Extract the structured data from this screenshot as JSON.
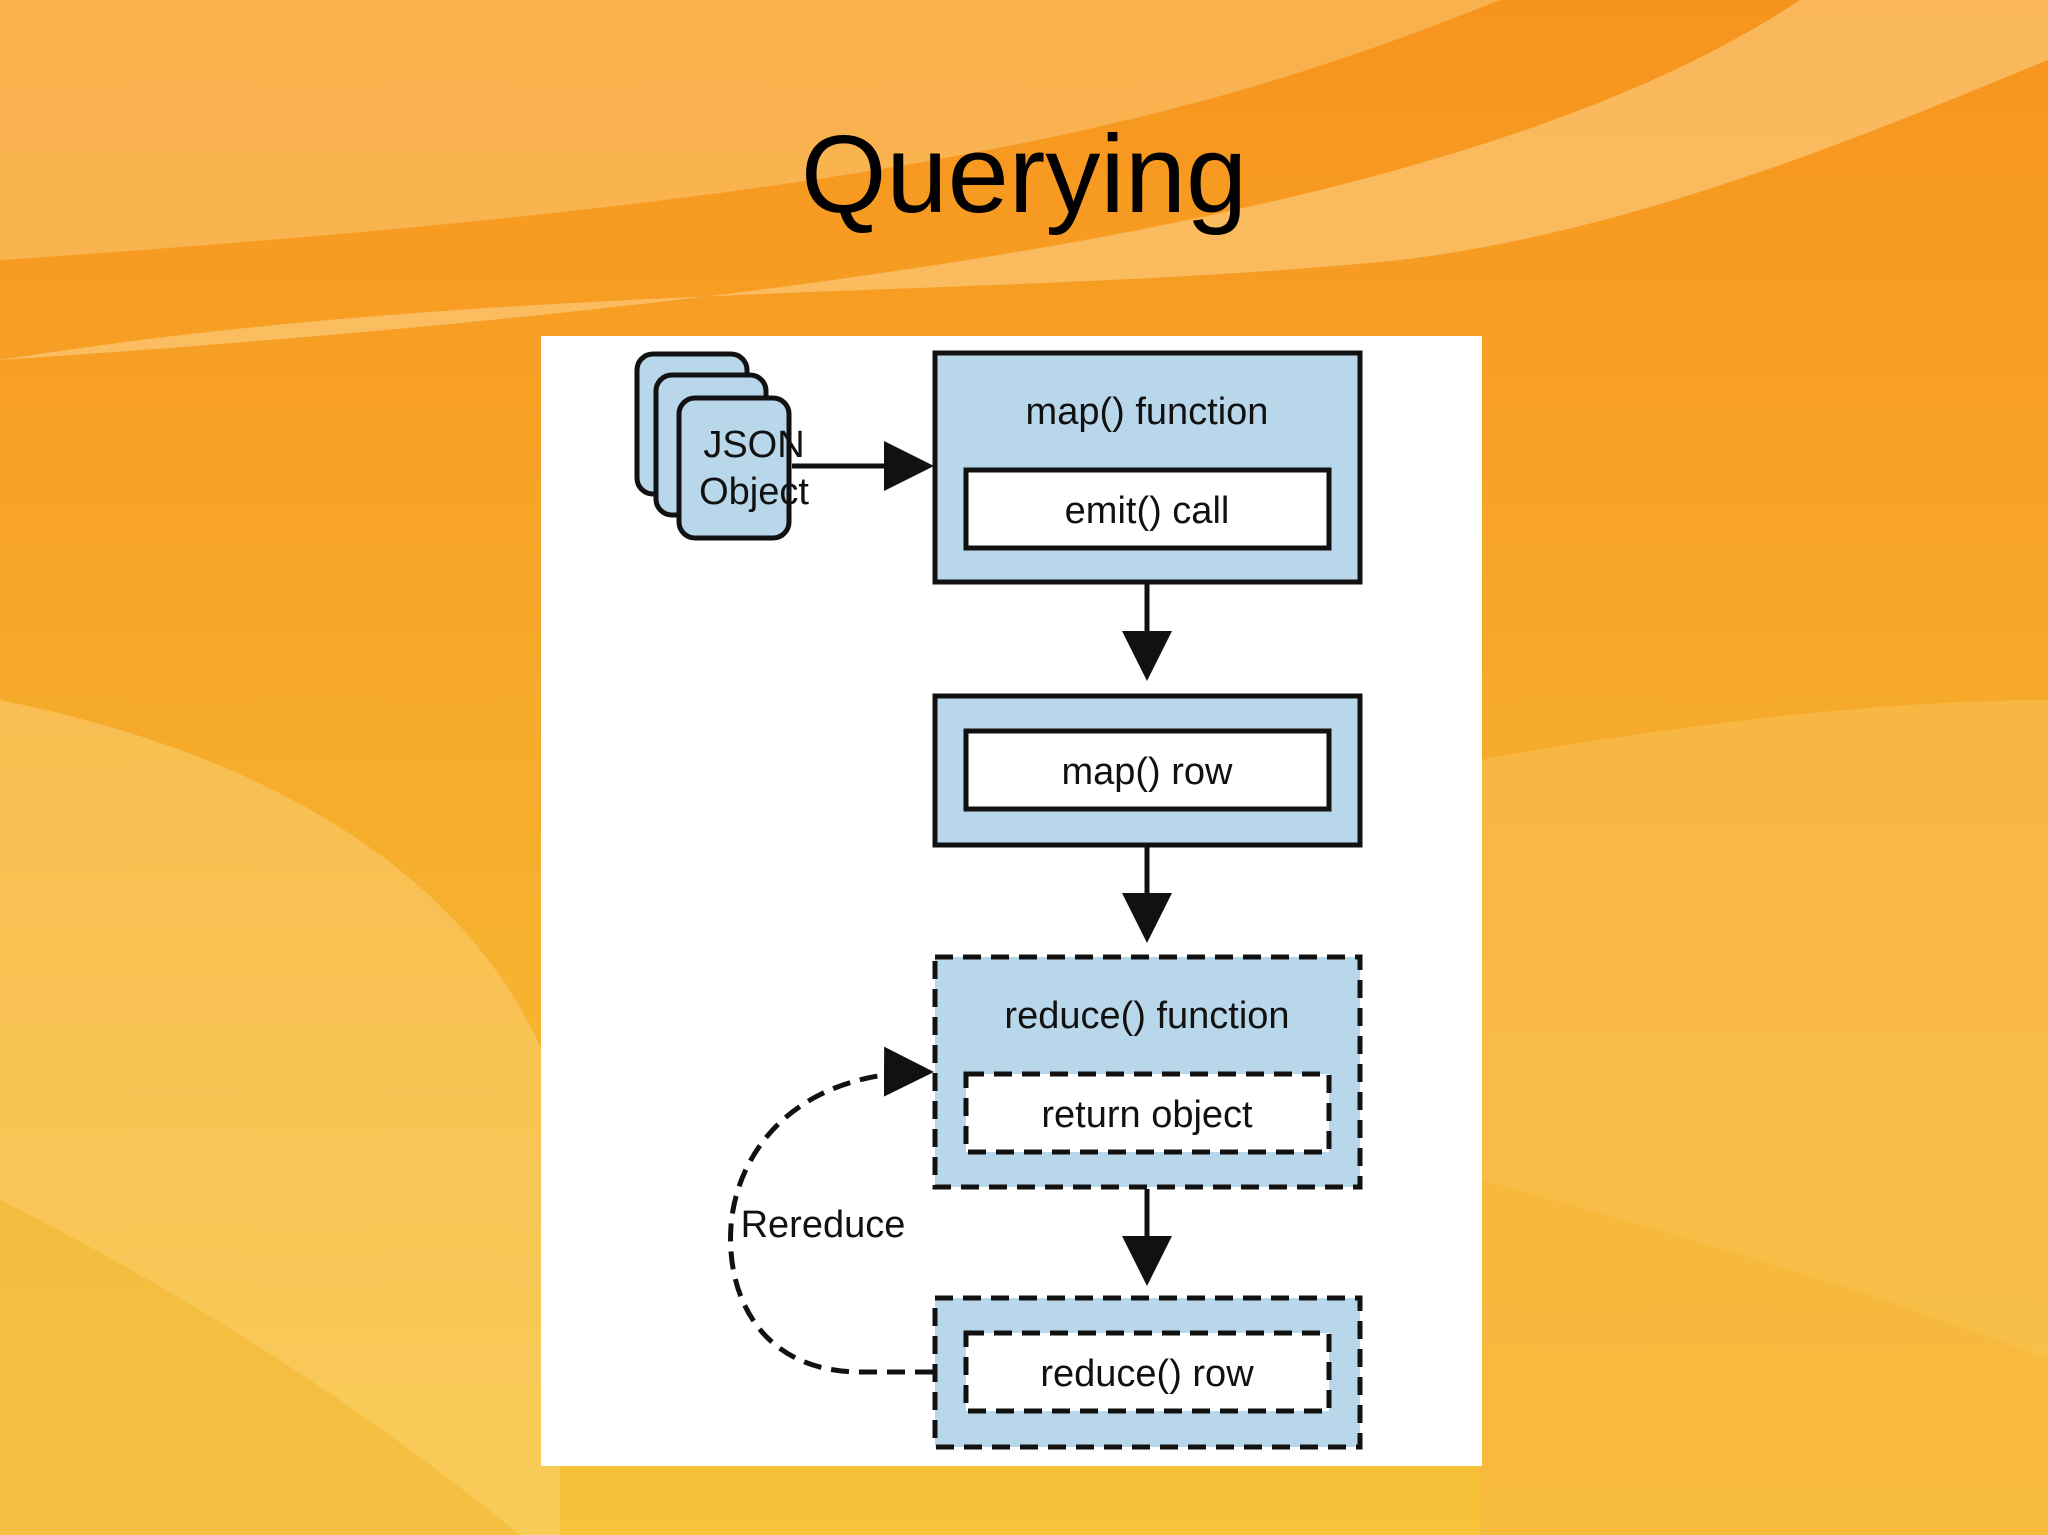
{
  "slide": {
    "title": "Querying"
  },
  "diagram": {
    "input": {
      "line1": "JSON",
      "line2": "Object"
    },
    "map_function": {
      "title": "map() function",
      "inner": "emit() call"
    },
    "map_row": {
      "inner": "map() row"
    },
    "reduce_function": {
      "title": "reduce() function",
      "inner": "return object"
    },
    "reduce_row": {
      "inner": "reduce() row"
    },
    "loop_label": "Rereduce"
  },
  "colors": {
    "box_fill": "#b9d7ea",
    "stroke": "#111111",
    "panel": "#ffffff"
  }
}
